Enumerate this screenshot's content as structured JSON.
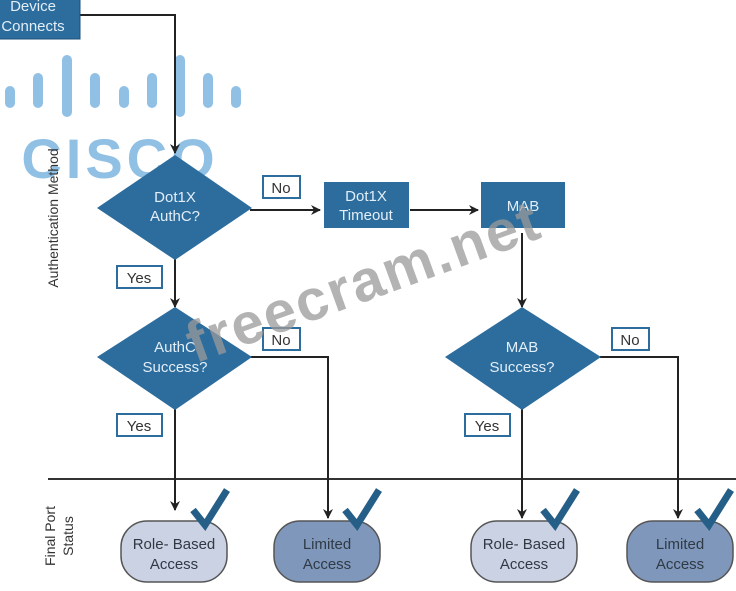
{
  "colors": {
    "node_fill": "#2c6d9e",
    "node_text": "#e3eef7",
    "role_based_fill": "#cbd2e3",
    "limited_fill": "#7f97bb",
    "check": "#255f88",
    "line": "#222222",
    "cisco_logo": "#8cbde4",
    "watermark": "#9a9a9a"
  },
  "swimlanes": {
    "top_label": "Authentication Method",
    "bottom_label_line1": "Final Port",
    "bottom_label_line2": "Status"
  },
  "nodes": {
    "start": {
      "line1": "Device",
      "line2": "Connects"
    },
    "dot1x_authc": {
      "line1": "Dot1X",
      "line2": "AuthC?"
    },
    "dot1x_timeout": {
      "line1": "Dot1X",
      "line2": "Timeout"
    },
    "mab": {
      "line1": "MAB"
    },
    "authc_success": {
      "line1": "AuthC",
      "line2": "Success?"
    },
    "mab_success": {
      "line1": "MAB",
      "line2": "Success?"
    },
    "result_1": {
      "line1": "Role- Based",
      "line2": "Access"
    },
    "result_2": {
      "line1": "Limited",
      "line2": "Access"
    },
    "result_3": {
      "line1": "Role- Based",
      "line2": "Access"
    },
    "result_4": {
      "line1": "Limited",
      "line2": "Access"
    }
  },
  "edge_labels": {
    "dot1x_no": "No",
    "dot1x_yes": "Yes",
    "authc_no": "No",
    "authc_yes": "Yes",
    "mab_no": "No",
    "mab_yes": "Yes"
  },
  "icons": {
    "result_check": "checkmark-icon",
    "logo": "cisco-logo"
  },
  "watermarks": {
    "logo_text": "CISCO",
    "site": "freecram.net"
  }
}
